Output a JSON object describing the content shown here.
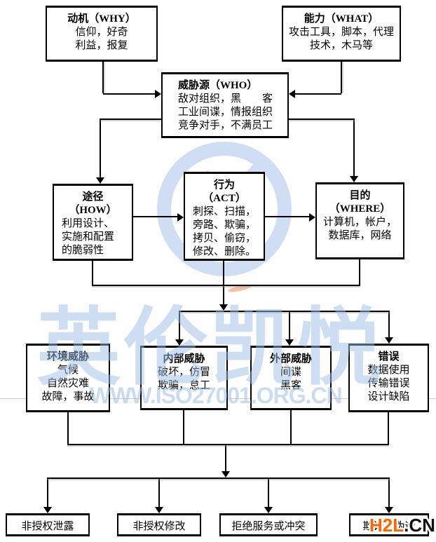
{
  "diagram": {
    "nodes": {
      "motive": {
        "title_lines": [
          "动机（WHY）"
        ],
        "lines": [
          "信仰，好奇",
          "利益，报复"
        ]
      },
      "capability": {
        "title_lines": [
          "能力（WHAT）"
        ],
        "lines": [
          "攻击工具，脚本，代理",
          "技术，木马等"
        ]
      },
      "source": {
        "title_lines": [
          "威胁源（WHO）"
        ],
        "lines": [
          "敌对组织，黑　　客",
          "工业间谍，情报组织",
          "竞争对手，不满员工"
        ]
      },
      "path": {
        "title_lines": [
          "途径",
          "（HOW）"
        ],
        "body": "利用设计、实施和配置的脆弱性"
      },
      "act": {
        "title_lines": [
          "行为",
          "（ACT）"
        ],
        "lines": [
          "刺探、扫描，",
          "旁路、欺骗，",
          "拷贝、偷窃，",
          "修改、删除。"
        ]
      },
      "target": {
        "title_lines": [
          "目的",
          "（WHERE）"
        ],
        "lines": [
          "计算机，帐户，",
          "数据库，网络"
        ]
      },
      "env": {
        "title_lines": [
          "环境威胁"
        ],
        "lines": [
          "气候",
          "自然灾难",
          "故障，事故"
        ]
      },
      "internal": {
        "title_lines": [
          "内部威胁"
        ],
        "lines": [
          "破坏，仿冒",
          "欺骗，怠工"
        ]
      },
      "external": {
        "title_lines": [
          "外部威胁"
        ],
        "lines": [
          "间谍",
          "黑客"
        ]
      },
      "error": {
        "title_lines": [
          "错误"
        ],
        "lines": [
          "数据使用",
          "传输错误",
          "设计缺陷"
        ]
      },
      "outcome1": {
        "label": "非授权泄露"
      },
      "outcome2": {
        "label": "非授权修改"
      },
      "outcome3": {
        "label": "拒绝服务或冲突"
      },
      "outcome4": {
        "label": "欺诈，伪造"
      }
    },
    "watermark": {
      "brand": "英伦凯悦",
      "url": "WWW.ISO27001.ORG.CN",
      "color": "#9fc0e8"
    },
    "logo": {
      "primary": "H2L",
      "suffix": ".CN",
      "primary_color": "#ff6600",
      "suffix_color": "#111111"
    }
  }
}
